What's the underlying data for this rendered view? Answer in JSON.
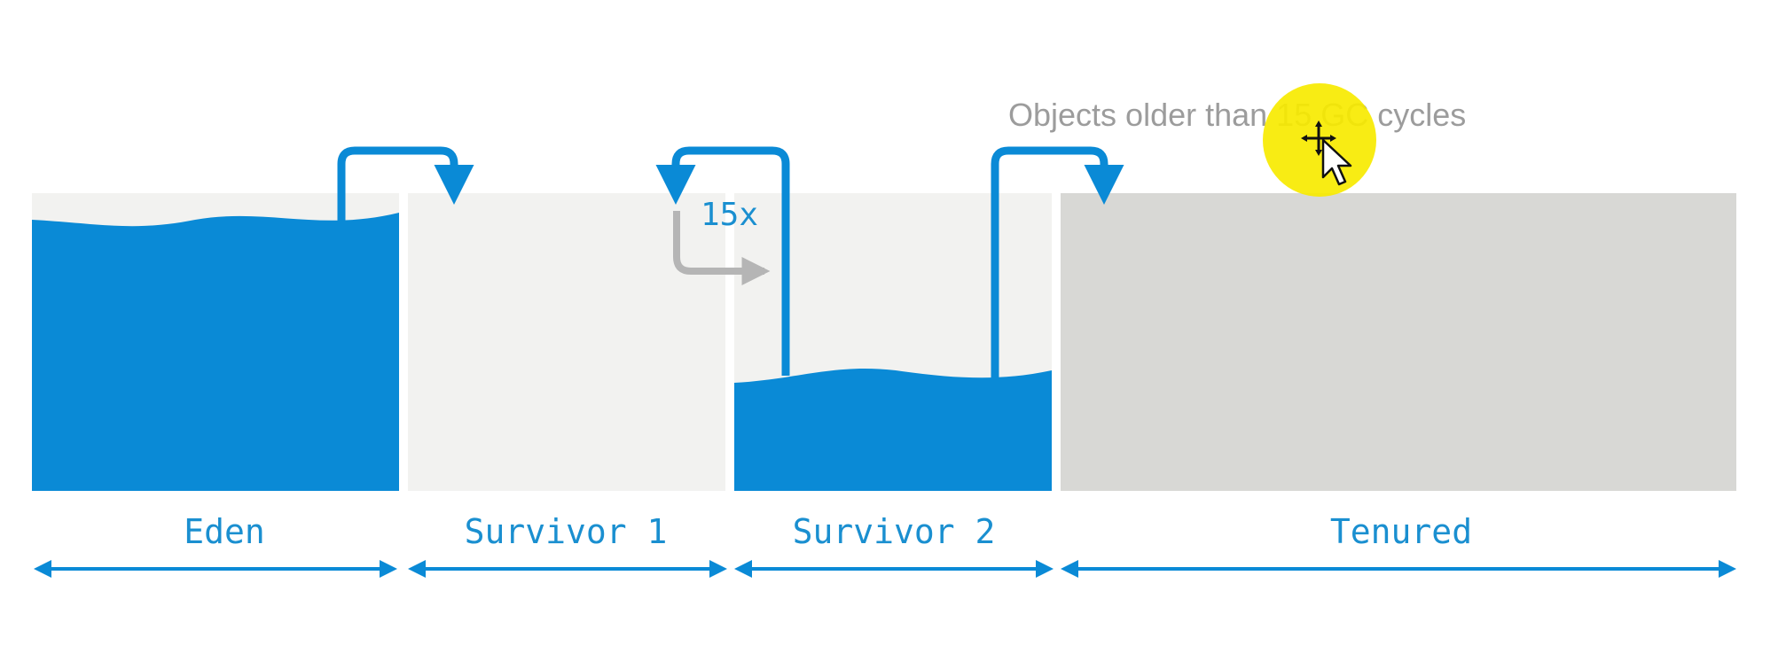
{
  "regions": [
    {
      "id": "eden",
      "label": "Eden",
      "fill_level": 0.92
    },
    {
      "id": "survivor-1",
      "label": "Survivor 1",
      "fill_level": 0.0
    },
    {
      "id": "survivor-2",
      "label": "Survivor 2",
      "fill_level": 0.37
    },
    {
      "id": "tenured",
      "label": "Tenured",
      "fill_level": 0.0
    }
  ],
  "annotations": {
    "cycle_count": "15x",
    "tenure_note": "Objects older than 15 GC cycles"
  },
  "colors": {
    "accent": "#0a8ad6",
    "label_blue": "#1a8fd0",
    "region_light": "#f2f2f0",
    "region_dark": "#d8d8d5",
    "note_gray": "#9c9c9c",
    "secondary_arrow": "#b5b5b5",
    "cursor_highlight": "#f7ea00"
  },
  "cursor": {
    "icon": "move-cursor-icon"
  }
}
